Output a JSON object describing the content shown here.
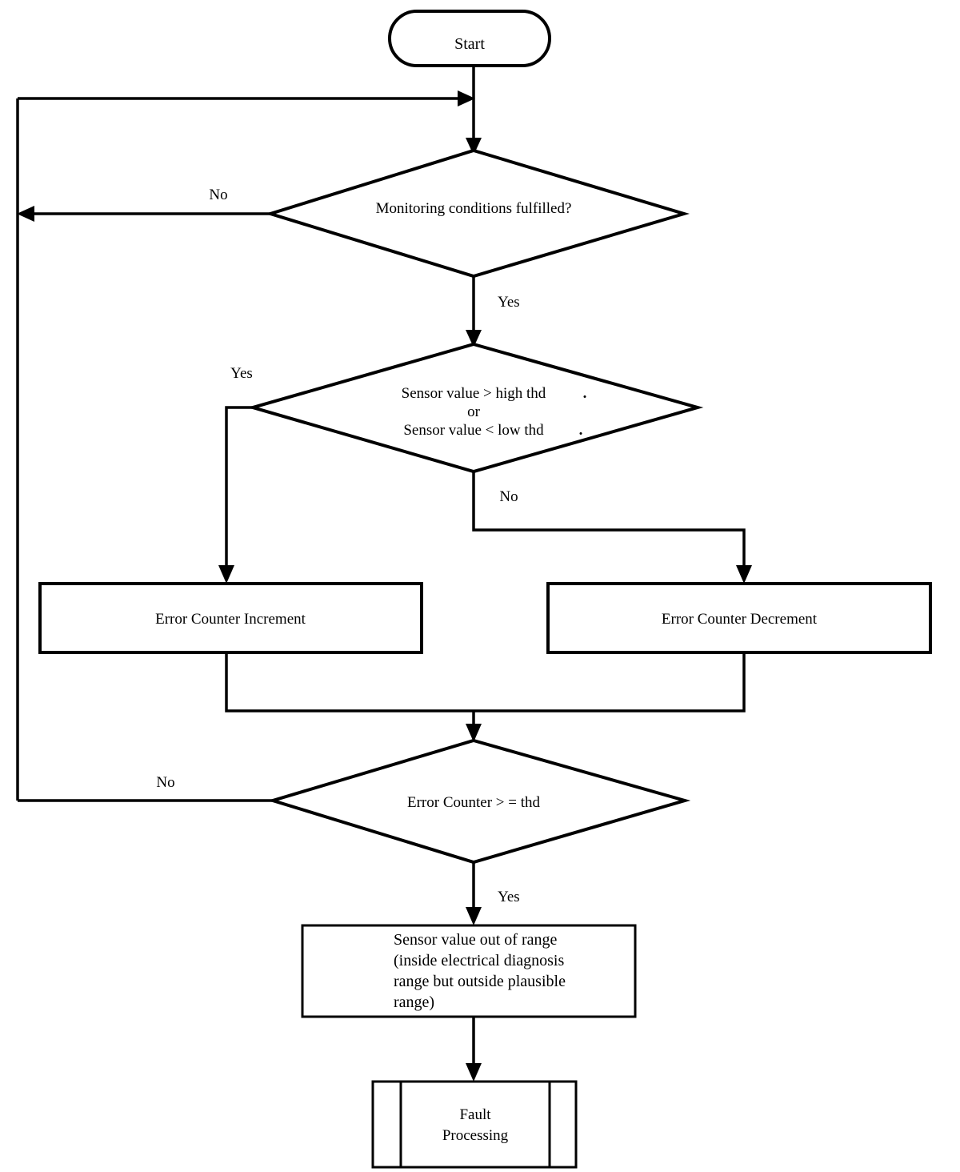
{
  "diagram": {
    "type": "flowchart",
    "title": "Sensor plausibility monitoring flowchart",
    "orientation": "top-to-bottom",
    "background_color": "#ffffff",
    "line_color": "#000000"
  },
  "nodes": {
    "start": {
      "id": "start",
      "shape": "terminator",
      "label": "Start"
    },
    "decision_monitoring": {
      "id": "decision_monitoring",
      "shape": "decision",
      "label": "Monitoring  conditions fulfilled?"
    },
    "decision_threshold": {
      "id": "decision_threshold",
      "shape": "decision",
      "line1": "Sensor value > high thd",
      "line2": "or",
      "line3": "Sensor    value < low thd",
      "mark1": ".",
      "mark2": "."
    },
    "error_counter_increment": {
      "id": "error_counter_increment",
      "shape": "process",
      "label": "Error Counter Increment"
    },
    "error_counter_decrement": {
      "id": "error_counter_decrement",
      "shape": "process",
      "label": "Error Counter Decrement"
    },
    "decision_counter": {
      "id": "decision_counter",
      "shape": "decision",
      "label": "Error Counter > = thd"
    },
    "sensor_out_of_range": {
      "id": "sensor_out_of_range",
      "shape": "process",
      "line1": "Sensor value out of range",
      "line2": "(inside electrical diagnosis",
      "line3": "range but outside plausible",
      "line4": "range)"
    },
    "fault_processing": {
      "id": "fault_processing",
      "shape": "predefined-process",
      "line1": "Fault",
      "line2": "Processing"
    }
  },
  "edges": {
    "start_to_monitoring": {
      "label": ""
    },
    "monitoring_no": {
      "label": "No"
    },
    "monitoring_yes": {
      "label": "Yes"
    },
    "threshold_yes": {
      "label": "Yes"
    },
    "threshold_no": {
      "label": "No"
    },
    "counter_no": {
      "label": "No"
    },
    "counter_yes": {
      "label": "Yes"
    }
  }
}
